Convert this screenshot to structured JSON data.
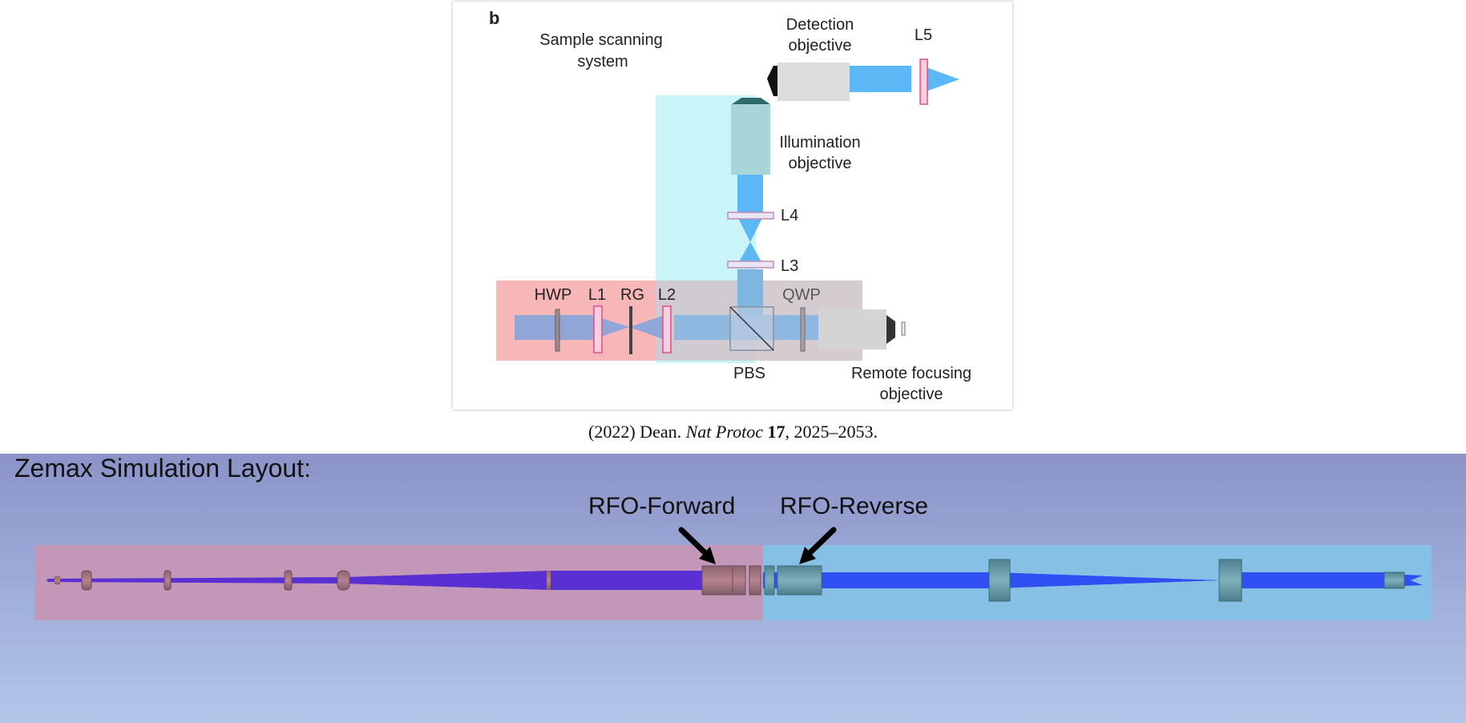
{
  "figure": {
    "panel_letter": "b",
    "labels": {
      "sample_scanning_line1": "Sample scanning",
      "sample_scanning_line2": "system",
      "detection_line1": "Detection",
      "detection_line2": "objective",
      "l5": "L5",
      "illumination_line1": "Illumination",
      "illumination_line2": "objective",
      "l4": "L4",
      "l3": "L3",
      "hwp": "HWP",
      "l1": "L1",
      "rg": "RG",
      "l2": "L2",
      "qwp": "QWP",
      "pbs": "PBS",
      "remote_line1": "Remote focusing",
      "remote_line2": "objective"
    }
  },
  "citation": {
    "year": "(2022) Dean.",
    "journal": "Nat Protoc",
    "volume": "17",
    "pages": ", 2025–2053."
  },
  "zemax": {
    "title": "Zemax Simulation Layout:",
    "label_forward": "RFO-Forward",
    "label_reverse": "RFO-Reverse"
  },
  "colors": {
    "beam_light_blue": "#5bb8f5",
    "red_box": "#f7b6b8",
    "gray_box": "#cfc6cc",
    "cyan_box": "#bff3f8",
    "zemax_forward": "#c397b8",
    "zemax_reverse": "#86c0e4",
    "zemax_beam_forward": "#5a2fd4",
    "zemax_beam_reverse": "#2f4ff2"
  }
}
